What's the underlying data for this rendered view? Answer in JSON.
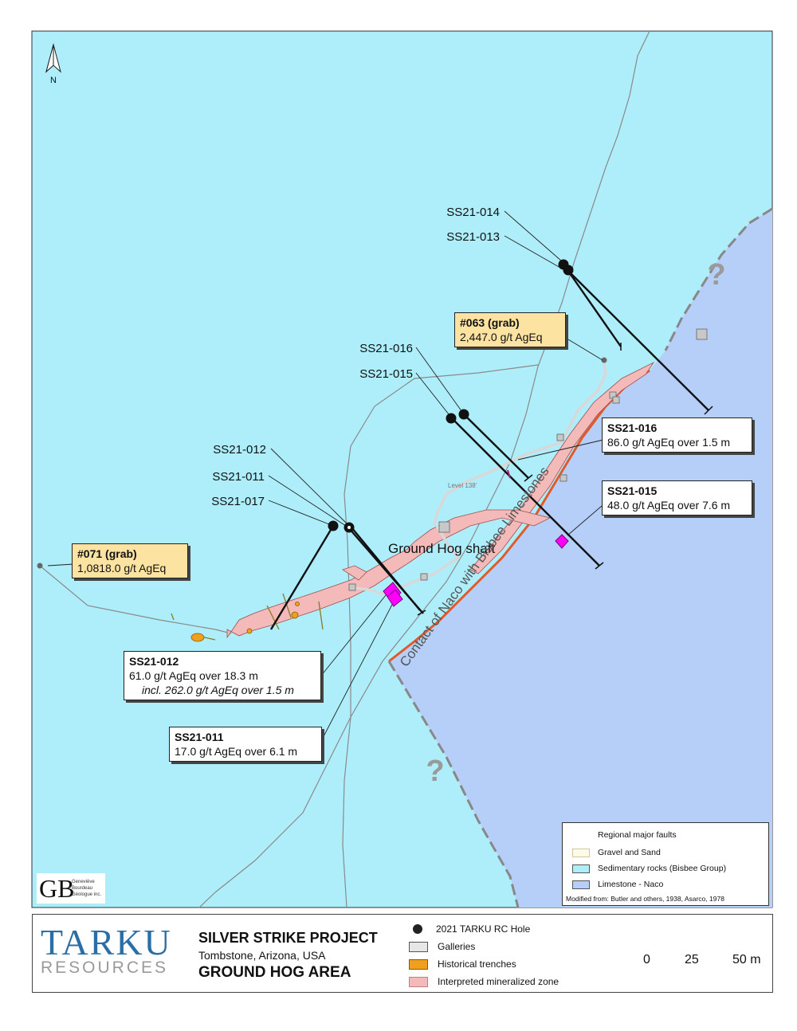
{
  "north_label": "N",
  "drill_holes": [
    {
      "id": "SS21-014"
    },
    {
      "id": "SS21-013"
    },
    {
      "id": "SS21-016"
    },
    {
      "id": "SS21-015"
    },
    {
      "id": "SS21-012"
    },
    {
      "id": "SS21-011"
    },
    {
      "id": "SS21-017"
    }
  ],
  "callouts": {
    "s063": {
      "title": "#063 (grab)",
      "value": "2,447.0 g/t AgEq"
    },
    "s071": {
      "title": "#071 (grab)",
      "value": "1,0818.0 g/t AgEq"
    },
    "ss21_016": {
      "title": "SS21-016",
      "value": "86.0 g/t AgEq over 1.5 m"
    },
    "ss21_015": {
      "title": "SS21-015",
      "value": "48.0 g/t AgEq over 7.6 m"
    },
    "ss21_012": {
      "title": "SS21-012",
      "value": "61.0 g/t AgEq over 18.3 m",
      "detail": "incl. 262.0 g/t AgEq over 1.5 m"
    },
    "ss21_011": {
      "title": "SS21-011",
      "value": "17.0 g/t AgEq over 6.1 m"
    }
  },
  "map_labels": {
    "shaft": "Ground Hog shaft",
    "level": "Level 138'",
    "contact": "Contact of Naco with Bisbee Limestones",
    "question": "?"
  },
  "legend": {
    "faults": "Regional major faults",
    "gravel": "Gravel and Sand",
    "sedimentary": "Sedimentary rocks (Bisbee Group)",
    "limestone": "Limestone - Naco",
    "source": "Modified from: Butler and others, 1938, Asarco, 1978"
  },
  "logo_gb": {
    "letters": "GB",
    "line1": "Geneviève",
    "line2": "Bourdeau",
    "line3": "Géologue inc."
  },
  "footer": {
    "company": "TARKU",
    "company_sub": "RESOURCES",
    "project": "SILVER STRIKE PROJECT",
    "location": "Tombstone, Arizona, USA",
    "area": "GROUND HOG AREA",
    "legend_hole": "2021 TARKU RC Hole",
    "legend_galleries": "Galleries",
    "legend_trenches": "Historical trenches",
    "legend_zone": "Interpreted mineralized zone",
    "scale_ticks": [
      "0",
      "25",
      "50 m"
    ]
  },
  "colors": {
    "sedimentary": "#aeeefb",
    "limestone": "#b5cff8",
    "zone": "#f4b9b9",
    "gallery": "#d8d8d8",
    "sample_box": "#fde3a1",
    "intercept": "#ff00ff",
    "contact_line": "#e05a2a"
  }
}
